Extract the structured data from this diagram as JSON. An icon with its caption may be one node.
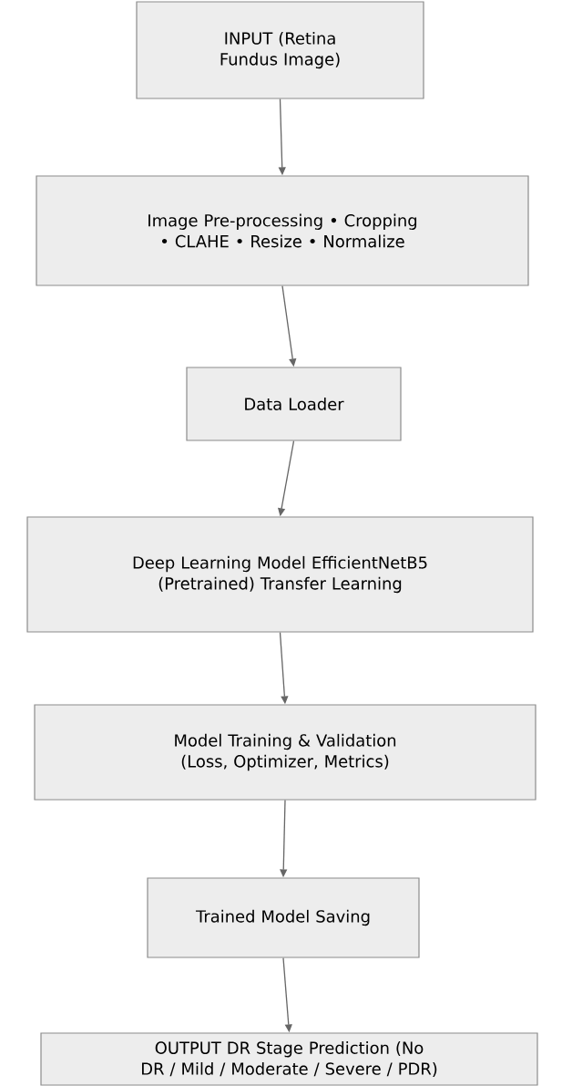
{
  "diagram": {
    "nodes": [
      {
        "text": [
          "INPUT (Retina Fundus Image)"
        ]
      },
      {
        "text": [
          "Image Pre-processing • Cropping • CLAHE • Resize • Normalize"
        ]
      },
      {
        "text": [
          "Data Loader"
        ]
      },
      {
        "text": [
          "Deep Learning Model EfficientNetB5 (Pretrained) Transfer Learning"
        ]
      },
      {
        "text": [
          "Model Training & Validation (Loss, Optimizer, Metrics)"
        ]
      },
      {
        "text": [
          "Trained Model Saving"
        ]
      },
      {
        "text": [
          "OUTPUT DR Stage Prediction (No DR / Mild / Moderate / Severe / PDR)"
        ]
      }
    ],
    "edges": [
      {
        "from": 0,
        "to": 1,
        "arrow": "to"
      },
      {
        "from": 1,
        "to": 2,
        "arrow": "to"
      },
      {
        "from": 2,
        "to": 3,
        "arrow": "to"
      },
      {
        "from": 3,
        "to": 4,
        "arrow": "to"
      },
      {
        "from": 4,
        "to": 5,
        "arrow": "to"
      },
      {
        "from": 5,
        "to": 6,
        "arrow": "to"
      }
    ]
  }
}
